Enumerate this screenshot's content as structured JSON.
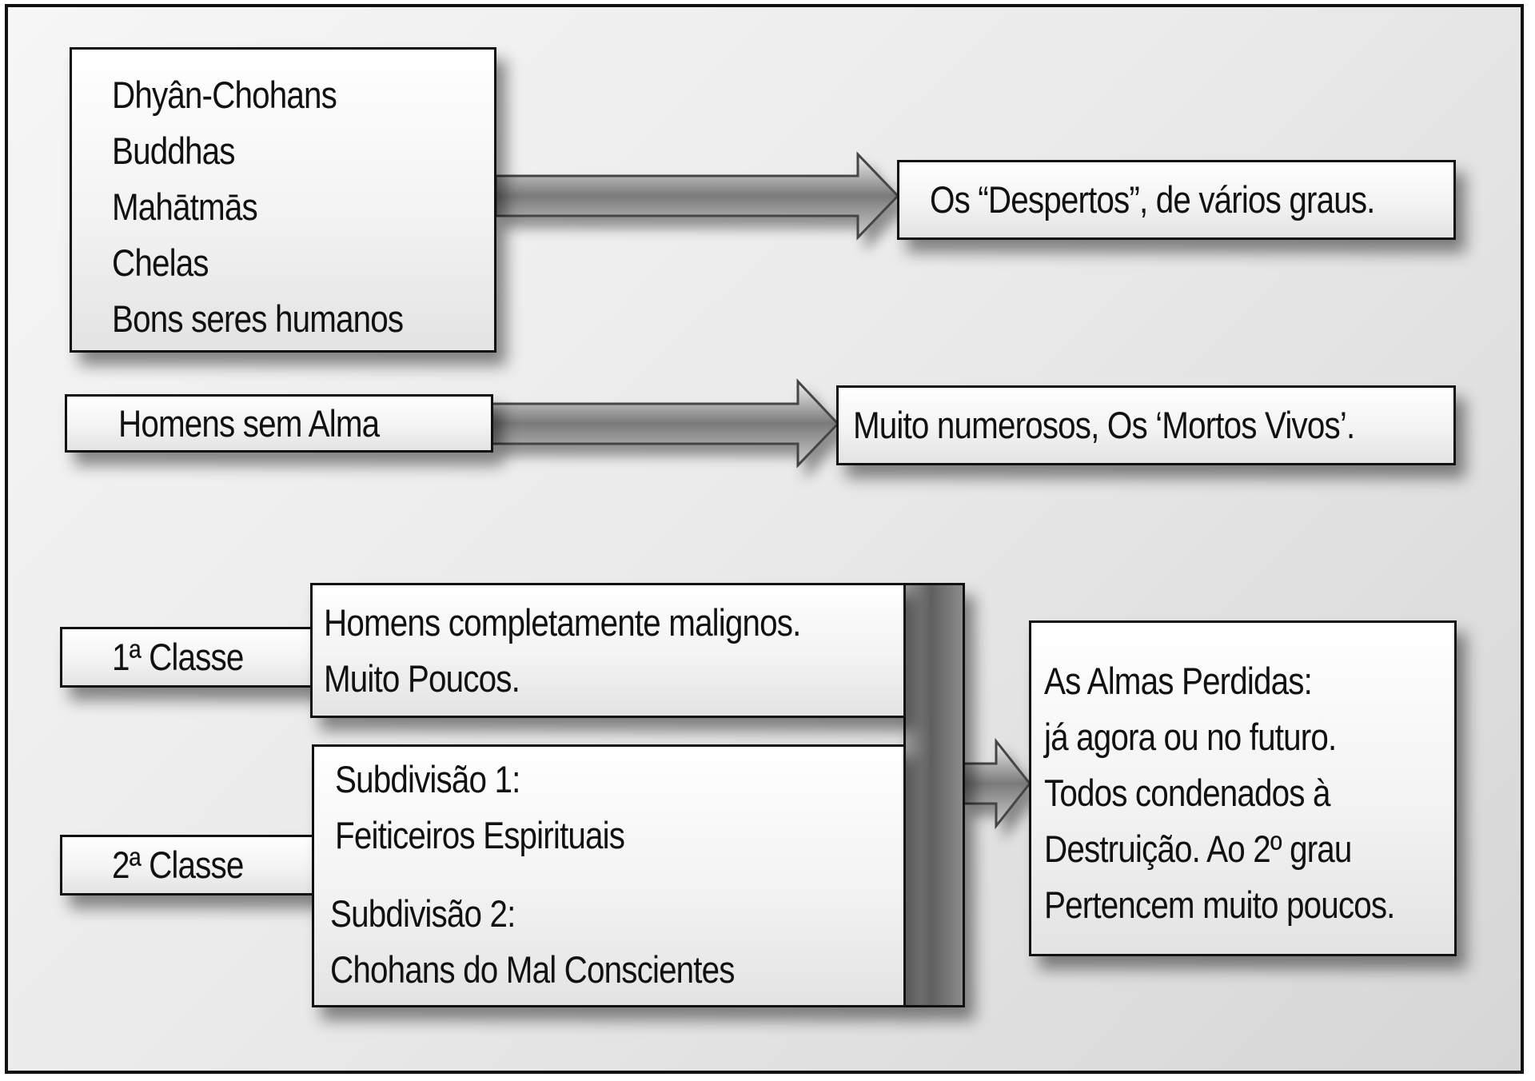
{
  "top_group": {
    "items": [
      "Dhyân-Chohans",
      "Buddhas",
      "Mahātmās",
      "Chelas",
      "Bons seres humanos"
    ],
    "result": "Os “Despertos”, de vários graus."
  },
  "soulless": {
    "label": "Homens sem Alma",
    "result": "Muito numerosos, Os ‘Mortos Vivos’."
  },
  "class1": {
    "label": "1ª Classe",
    "lines": [
      "Homens completamente malignos.",
      "Muito Poucos."
    ]
  },
  "class2": {
    "label": "2ª Classe",
    "sub1_title": "Subdivisão 1:",
    "sub1_text": "Feiticeiros Espirituais",
    "sub2_title": "Subdivisão 2:",
    "sub2_text": "Chohans do Mal Conscientes"
  },
  "lost_souls": {
    "lines": [
      "As Almas Perdidas:",
      "já agora ou no futuro.",
      "Todos condenados à",
      "Destruição. Ao 2º grau",
      "Pertencem muito poucos."
    ]
  }
}
